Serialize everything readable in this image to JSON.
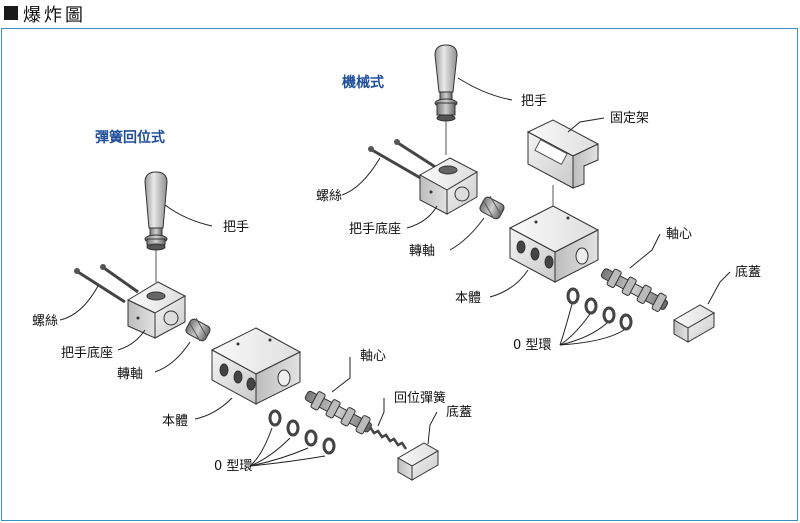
{
  "header": {
    "title": "爆炸圖"
  },
  "colors": {
    "accent_title": "#1f4e9b",
    "frame_border": "#3f8fc4",
    "part_fill": "#e8e8e8"
  },
  "left_assembly": {
    "title": "彈簧回位式",
    "labels": {
      "handle": "把手",
      "screw": "螺絲",
      "handle_base": "把手底座",
      "shaft": "轉軸",
      "body": "本體",
      "spool": "軸心",
      "spring": "回位彈簧",
      "cover": "底蓋",
      "oring": "0 型環"
    }
  },
  "right_assembly": {
    "title": "機械式",
    "labels": {
      "handle": "把手",
      "bracket": "固定架",
      "screw": "螺絲",
      "handle_base": "把手底座",
      "shaft": "轉軸",
      "body": "本體",
      "spool": "軸心",
      "cover": "底蓋",
      "oring": "0 型環"
    }
  }
}
